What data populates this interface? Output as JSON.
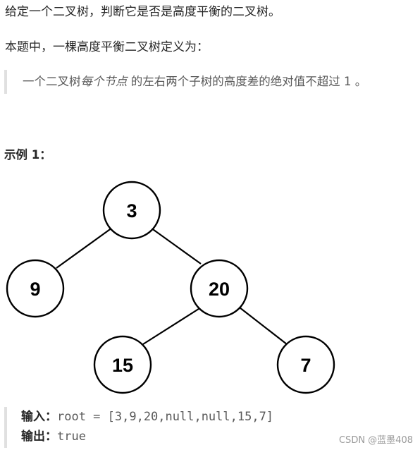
{
  "content": {
    "intro": "给定一个二叉树，判断它是否是高度平衡的二叉树。",
    "definition_lead": "本题中，一棵高度平衡二叉树定义为：",
    "quote": {
      "before": "一个二叉树",
      "emphasis": "每个节点",
      "after": " 的左右两个子树的高度差的绝对值不超过 1 。"
    },
    "example_title": "示例 1：",
    "tree": {
      "nodes": [
        "3",
        "9",
        "20",
        "15",
        "7"
      ]
    },
    "io": {
      "input_label": "输入：",
      "input_value": "root = [3,9,20,null,null,15,7]",
      "output_label": "输出：",
      "output_value": "true"
    }
  },
  "watermark": "CSDN @蓝墨408"
}
